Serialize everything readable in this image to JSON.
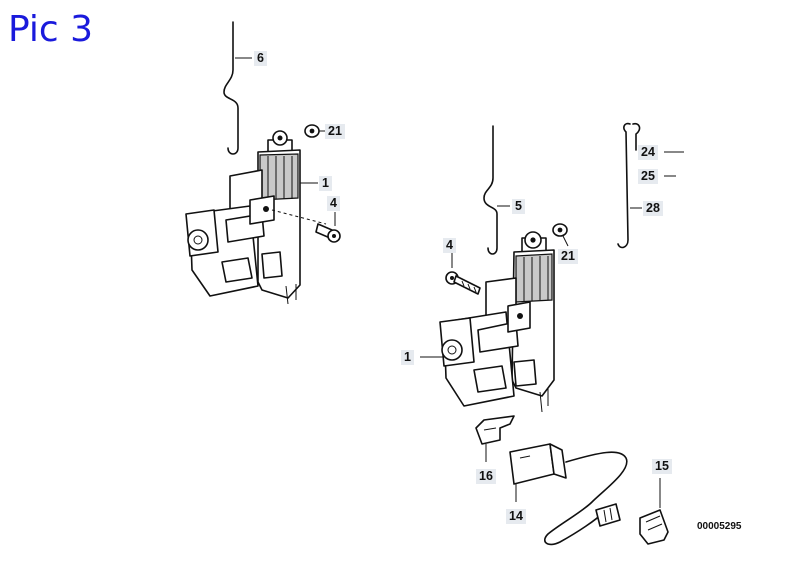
{
  "title": "Pic 3",
  "drawing_code": "00005295",
  "callouts": {
    "left_6": "6",
    "left_21": "21",
    "left_1": "1",
    "left_4": "4",
    "right_5": "5",
    "right_21": "21",
    "right_4": "4",
    "right_1": "1",
    "right_24": "24",
    "right_25": "25",
    "right_28": "28",
    "right_16": "16",
    "right_14": "14",
    "right_15": "15"
  }
}
